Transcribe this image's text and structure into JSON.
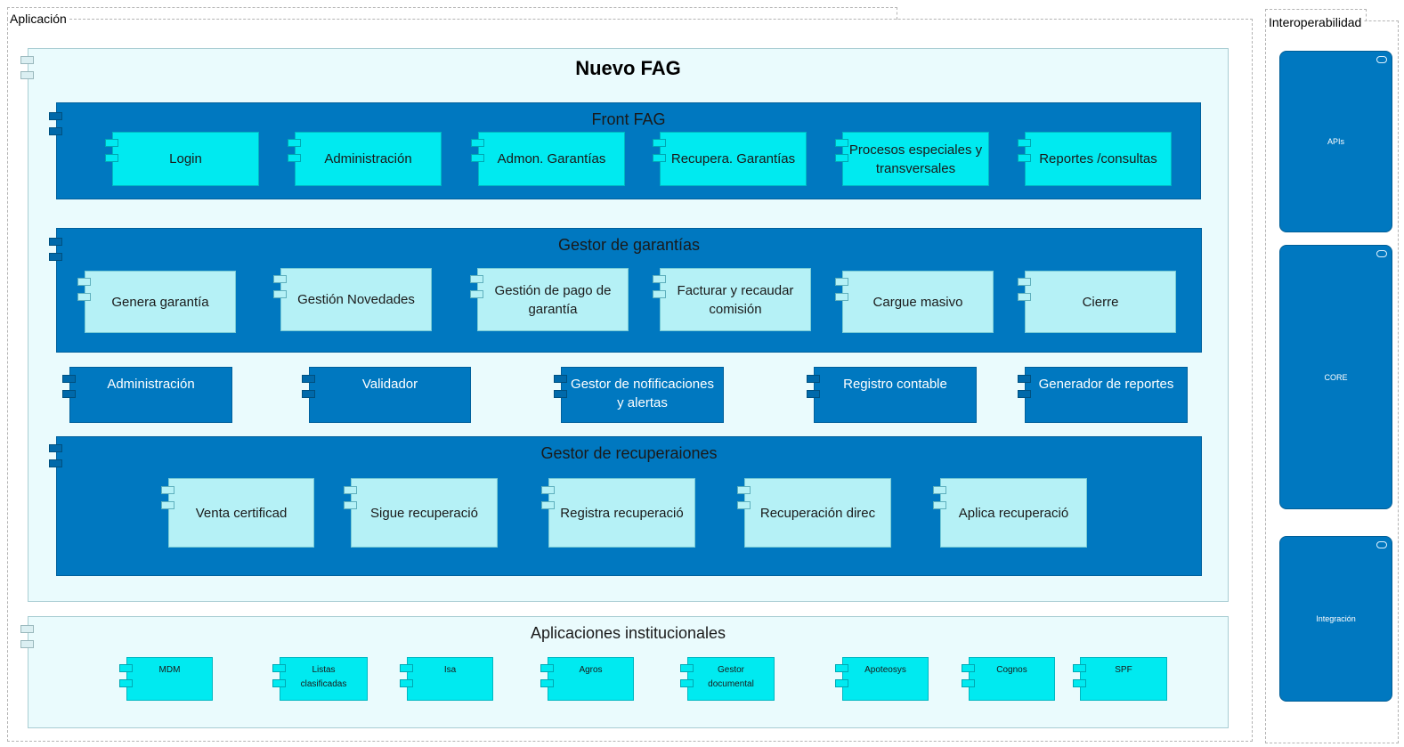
{
  "groups": {
    "aplicacion": "Aplicación",
    "interoperabilidad": "Interoperabilidad"
  },
  "nuevo_fag": {
    "title": "Nuevo FAG"
  },
  "front": {
    "title": "Front FAG",
    "items": [
      "Login",
      "Administración",
      "Admon. Garantías",
      "Recupera. Garantías",
      "Procesos especiales y transversales",
      "Reportes /consultas"
    ]
  },
  "gestor_garantias": {
    "title": "Gestor de garantías",
    "items": [
      "Genera garantía",
      "Gestión Novedades",
      "Gestión de pago de garantía",
      "Facturar y recaudar comisión",
      "Cargue masivo",
      "Cierre"
    ]
  },
  "services": [
    "Administración",
    "Validador",
    "Gestor de nofificaciones y alertas",
    "Registro contable",
    "Generador de reportes"
  ],
  "gestor_recuperaciones": {
    "title": "Gestor de recuperaiones",
    "items": [
      "Venta certificad",
      "Sigue recuperació",
      "Registra recuperació",
      "Recuperación direc",
      "Aplica recuperació"
    ]
  },
  "institucionales": {
    "title": "Aplicaciones institucionales",
    "items": [
      "MDM",
      "Listas clasificadas",
      "Isa",
      "Agros",
      "Gestor documental",
      "Apoteosys",
      "Cognos",
      "SPF"
    ]
  },
  "interop": {
    "items": [
      "APIs",
      "CORE",
      "Integración"
    ]
  },
  "colors": {
    "dark_blue": "#0078c0",
    "cyan": "#00eaf0",
    "pale_cyan": "#b5f1f6",
    "background": "#eafbfd"
  }
}
